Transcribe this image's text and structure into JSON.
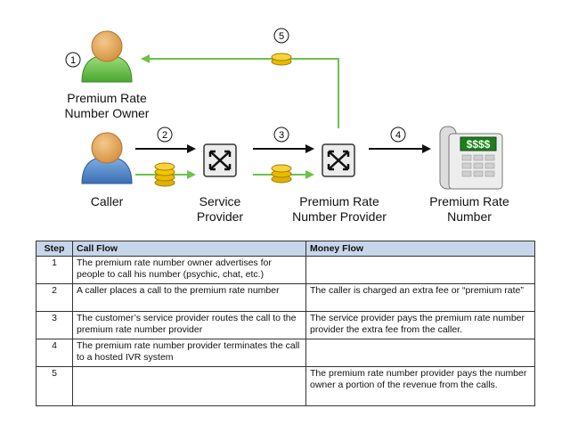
{
  "diagram": {
    "owner_label": [
      "Premium Rate",
      "Number Owner"
    ],
    "caller_label": "Caller",
    "service_provider_label": [
      "Service",
      "Provider"
    ],
    "prn_provider_label": [
      "Premium Rate",
      "Number Provider"
    ],
    "prn_label": [
      "Premium Rate",
      "Number"
    ],
    "phone_display": "$$$$",
    "step_markers": [
      "1",
      "2",
      "3",
      "4",
      "5"
    ],
    "colors": {
      "money_arrow": "#6cc24a",
      "call_arrow": "#111111",
      "coin": "#f2c200",
      "owner_body": "#6cc24a",
      "caller_body": "#4f86c6",
      "head": "#e3a85c"
    }
  },
  "table": {
    "headers": [
      "Step",
      "Call Flow",
      "Money Flow"
    ],
    "rows": [
      {
        "step": "1",
        "call": "The premium rate number owner advertises for people to call his number (psychic, chat, etc.)",
        "money": ""
      },
      {
        "step": "2",
        "call": "A caller places a call to the premium rate number",
        "money": "The caller is charged an extra fee or “premium rate”"
      },
      {
        "step": "3",
        "call": "The customer’s service provider routes the call to the premium rate number provider",
        "money": "The service provider pays the premium rate number provider the extra fee from the caller."
      },
      {
        "step": "4",
        "call": "The premium rate number provider terminates the call to a hosted IVR system",
        "money": ""
      },
      {
        "step": "5",
        "call": "",
        "money": "The premium rate number provider pays the number owner a portion of the revenue from the calls."
      }
    ]
  }
}
